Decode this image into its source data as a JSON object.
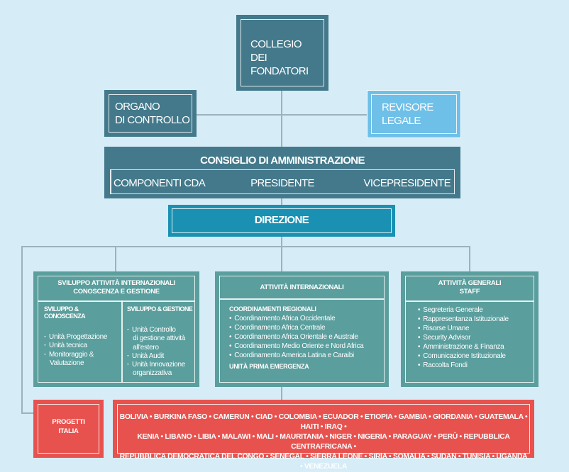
{
  "colors": {
    "background": "#d6ecf7",
    "dark_teal": "#43798b",
    "light_blue": "#6fc0e8",
    "direzione": "#1a91b3",
    "green_teal": "#5a9e9d",
    "red": "#e8524e",
    "connector": "#9ab3be"
  },
  "collegio": {
    "line1": "COLLEGIO",
    "line2": "DEI FONDATORI"
  },
  "organo": {
    "line1": "ORGANO",
    "line2": "DI CONTROLLO"
  },
  "revisore": {
    "line1": "REVISORE",
    "line2": "LEGALE"
  },
  "consiglio": {
    "title": "CONSIGLIO DI AMMINISTRAZIONE",
    "members": [
      "COMPONENTI CDA",
      "PRESIDENTE",
      "VICEPRESIDENTE"
    ]
  },
  "direzione": {
    "title": "DIREZIONE"
  },
  "sviluppo": {
    "title_line1": "SVILUPPO ATTIVITÀ INTERNAZIONALI",
    "title_line2": "CONOSCENZA E GESTIONE",
    "col1": {
      "heading": "SVILUPPO & CONOSCENZA",
      "items": [
        "Unità Progettazione",
        "Unità tecnica",
        "Monitoraggio &",
        "Valutazione"
      ]
    },
    "col2": {
      "heading": "SVILUPPO & GESTIONE",
      "items": [
        "Unità Controllo",
        "di gestione attività",
        "all'estero",
        "Unità Audit",
        "Unità Innovazione",
        "organizzativa"
      ]
    }
  },
  "attivita_int": {
    "title": "ATTIVITÀ INTERNAZIONALI",
    "section_heading": "COORDINAMENTI REGIONALI",
    "items": [
      "Coordinamento Africa Occidentale",
      "Coordinamento Africa Centrale",
      "Coordinamento Africa Orientale e Australe",
      "Coordinamento Medio Oriente e Nord Africa",
      "Coordinamento America Latina e Caraibi"
    ],
    "footer": "UNITÀ PRIMA EMERGENZA"
  },
  "attivita_gen": {
    "title_line1": "ATTIVITÀ GENERALI",
    "title_line2": "STAFF",
    "items": [
      "Segreteria Generale",
      "Rappresentanza Istituzionale",
      "Risorse Umane",
      "Security Advisor",
      "Amministrazione & Finanza",
      "Comunicazione Istituzionale",
      "Raccolta Fondi"
    ]
  },
  "progetti_italia": {
    "line1": "PROGETTI",
    "line2": "ITALIA"
  },
  "countries": {
    "line1": "BOLIVIA • BURKINA FASO • CAMERUN • CIAD • COLOMBIA • ECUADOR • ETIOPIA • GAMBIA • GIORDANIA • GUATEMALA • HAITI • IRAQ •",
    "line2": "KENIA • LIBANO • LIBIA • MALAWI • MALI • MAURITANIA • NIGER • NIGERIA • PARAGUAY • PERÙ • REPUBBLICA CENTRAFRICANA •",
    "line3": "REPUBBLICA DEMOCRATICA DEL CONGO • SENEGAL • SIERRA LEONE • SIRIA • SOMALIA • SUDAN • TUNISIA • UGANDA • VENEZUELA"
  }
}
